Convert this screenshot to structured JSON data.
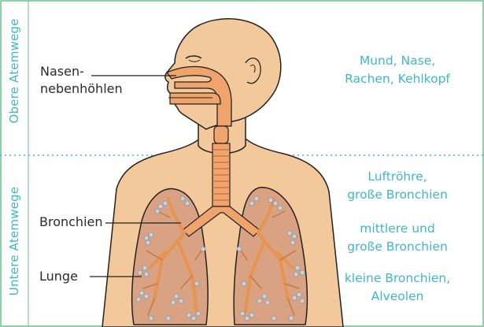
{
  "sections": {
    "upper": "Obere Atemwege",
    "lower": "Untere Atemwege"
  },
  "callouts": {
    "nasen_line1": "Nasen-",
    "nasen_line2": "nebenhöhlen",
    "bronchien": "Bronchien",
    "lunge": "Lunge"
  },
  "regions": {
    "upper_line1": "Mund, Nase,",
    "upper_line2": "Rachen, Kehlkopf",
    "r1_line1": "Luftröhre,",
    "r1_line2": "große Bronchien",
    "r2_line1": "mittlere und",
    "r2_line2": "große Bronchien",
    "r3_line1": "kleine Bronchien,",
    "r3_line2": "Alveolen"
  },
  "colors": {
    "accent": "#3fb6c9",
    "skin": "#f3c89b",
    "airway": "#f0a36a",
    "lung": "#d9a283",
    "alveoli": "#c8d2d8"
  }
}
